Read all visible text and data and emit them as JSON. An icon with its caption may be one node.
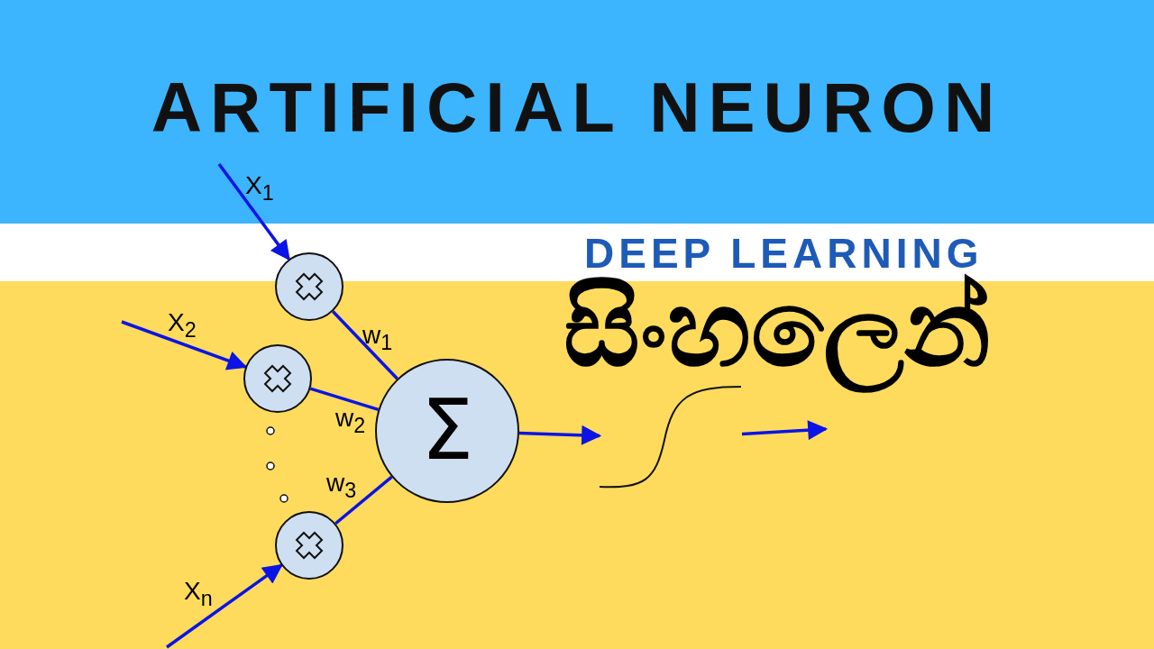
{
  "diagram": {
    "title": "ARTIFICIAL NEURON",
    "nodes": [
      {
        "text": [],
        "shape": "circle"
      },
      {
        "text": [],
        "shape": "circle"
      },
      {
        "text": [],
        "shape": "circle"
      },
      {
        "text": [
          "Σ"
        ]
      },
      {
        "text": [],
        "shape": "picture"
      }
    ],
    "edges": [
      {
        "from": null,
        "to": 0,
        "arrow": "to",
        "label": "X$_{1}$"
      },
      {
        "from": null,
        "to": 1,
        "arrow": "to",
        "label": "X$_{2}$"
      },
      {
        "from": null,
        "to": 2,
        "arrow": "to",
        "label": "X$_{n}$"
      },
      {
        "from": 0,
        "to": 3,
        "arrow": "none",
        "label": "w$_{1}$"
      },
      {
        "from": 1,
        "to": 3,
        "arrow": "none",
        "label": "w$_{2}$"
      },
      {
        "from": 2,
        "to": 3,
        "arrow": "none",
        "label": "w$_{3}$"
      },
      {
        "from": 3,
        "to": 4,
        "arrow": "to"
      },
      {
        "from": 4,
        "to": null,
        "arrow": "to"
      }
    ],
    "labels": [
      "DEEP LEARNING",
      "සිංහලෙන්"
    ]
  }
}
